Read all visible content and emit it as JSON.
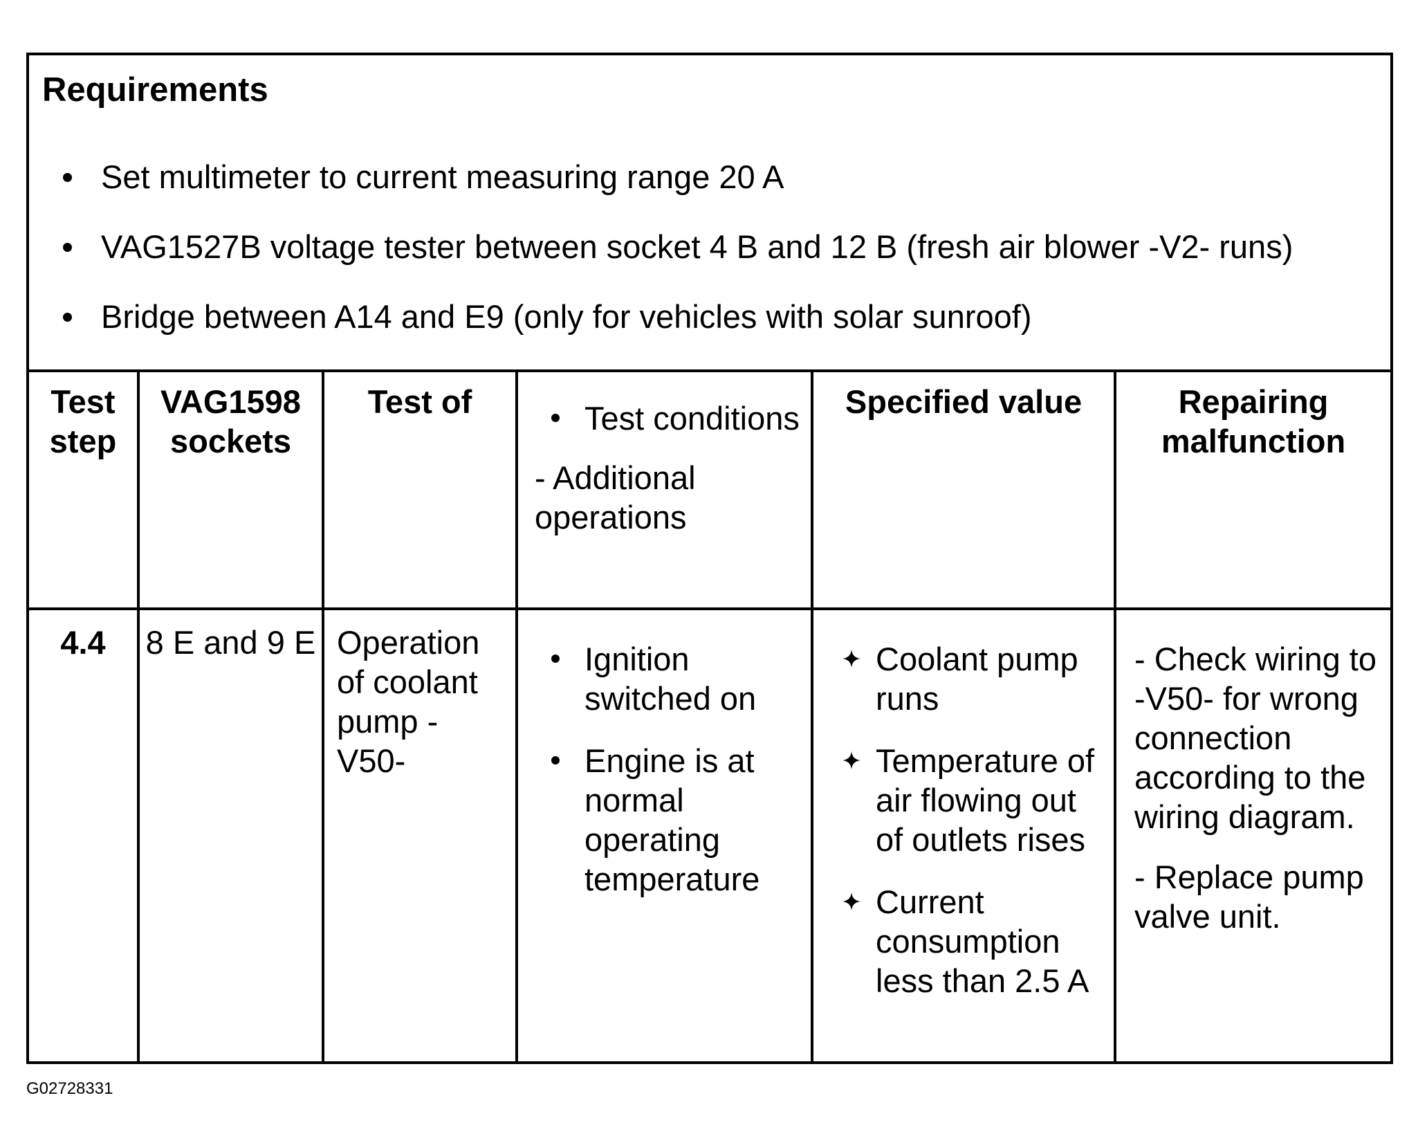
{
  "requirements": {
    "title": "Requirements",
    "items": [
      "Set multimeter to current measuring range 20 A",
      "VAG1527B voltage tester between socket 4 B and 12 B (fresh air blower -V2- runs)",
      "Bridge between A14 and E9 (only for vehicles with solar sunroof)"
    ]
  },
  "table": {
    "headers": {
      "test_step": "Test step",
      "sockets": "VAG1598 sockets",
      "test_of": "Test of",
      "conditions_bullet": "Test conditions",
      "conditions_extra": "- Additional operations",
      "specified_value": "Specified value",
      "repairing": "Repairing malfunction"
    },
    "row": {
      "test_step": "4.4",
      "sockets": "8 E and 9 E",
      "test_of": "Operation of coolant pump - V50-",
      "conditions": [
        "Ignition switched on",
        "Engine is at normal operating temperature"
      ],
      "specified_values": [
        "Coolant pump runs",
        "Temperature of air flowing out of outlets rises",
        "Current consumption less than 2.5 A"
      ],
      "repairing": [
        "- Check wiring to -V50- for wrong connection according to the wiring diagram.",
        "- Replace pump valve unit."
      ]
    }
  },
  "caption": "G02728331"
}
